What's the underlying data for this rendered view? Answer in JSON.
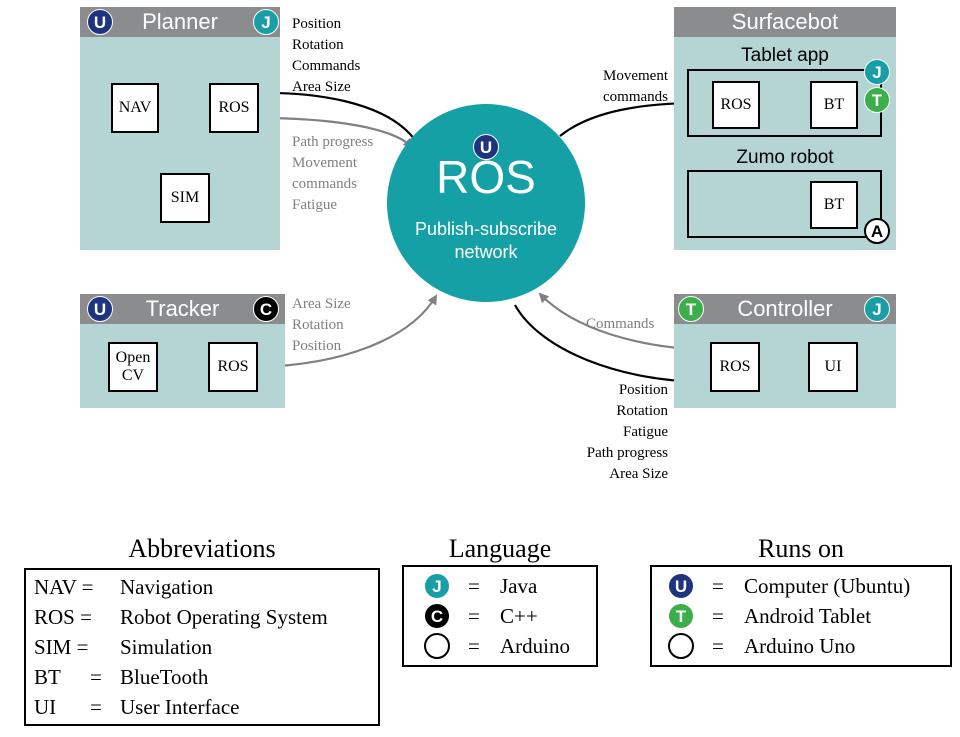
{
  "colors": {
    "ubuntu": "#1f3480",
    "java": "#1a9ea5",
    "tablet": "#3cae4a",
    "cpp": "#000000",
    "arduino": "#ffffff",
    "panel": "#b5d5d5",
    "header": "#8a8c8e",
    "hub": "#15a0a6"
  },
  "badges": {
    "u": "U",
    "j": "J",
    "t": "T",
    "c": "C",
    "a": "A"
  },
  "hub": {
    "title": "ROS",
    "subtitle": "Publish-subscribe\nnetwork"
  },
  "planner": {
    "title": "Planner",
    "nodes": {
      "nav": "NAV",
      "ros": "ROS",
      "sim": "SIM"
    },
    "incoming": "Position\nRotation\nCommands\nArea Size",
    "outgoing": "Path progress\nMovement\ncommands\nFatigue"
  },
  "tracker": {
    "title": "Tracker",
    "nodes": {
      "opencv": "Open\nCV",
      "ros": "ROS"
    },
    "outgoing": "Area Size\nRotation\nPosition"
  },
  "surfacebot": {
    "title": "Surfacebot",
    "tablet_app": "Tablet app",
    "zumo_robot": "Zumo robot",
    "nodes": {
      "ros": "ROS",
      "bt_tablet": "BT",
      "bt_robot": "BT"
    },
    "incoming": "Movement\ncommands"
  },
  "controller": {
    "title": "Controller",
    "nodes": {
      "ros": "ROS",
      "ui": "UI"
    },
    "outgoing": "Commands",
    "incoming": "Position\nRotation\nFatigue\nPath progress\nArea Size"
  },
  "legend": {
    "abbreviations": {
      "title": "Abbreviations",
      "rows": [
        {
          "key": "NAV =",
          "value": "Navigation"
        },
        {
          "key": "ROS =",
          "value": "Robot Operating System"
        },
        {
          "key": "SIM =",
          "value": "Simulation"
        },
        {
          "key": "BT",
          "eq": "=",
          "value": "BlueTooth"
        },
        {
          "key": "UI",
          "eq": "=",
          "value": "User Interface"
        }
      ]
    },
    "language": {
      "title": "Language",
      "rows": [
        {
          "eq": "=",
          "value": "Java"
        },
        {
          "eq": "=",
          "value": "C++"
        },
        {
          "eq": "=",
          "value": "Arduino"
        }
      ]
    },
    "runs_on": {
      "title": "Runs on",
      "rows": [
        {
          "eq": "=",
          "value": "Computer (Ubuntu)"
        },
        {
          "eq": "=",
          "value": "Android Tablet"
        },
        {
          "eq": "=",
          "value": "Arduino Uno"
        }
      ]
    }
  }
}
